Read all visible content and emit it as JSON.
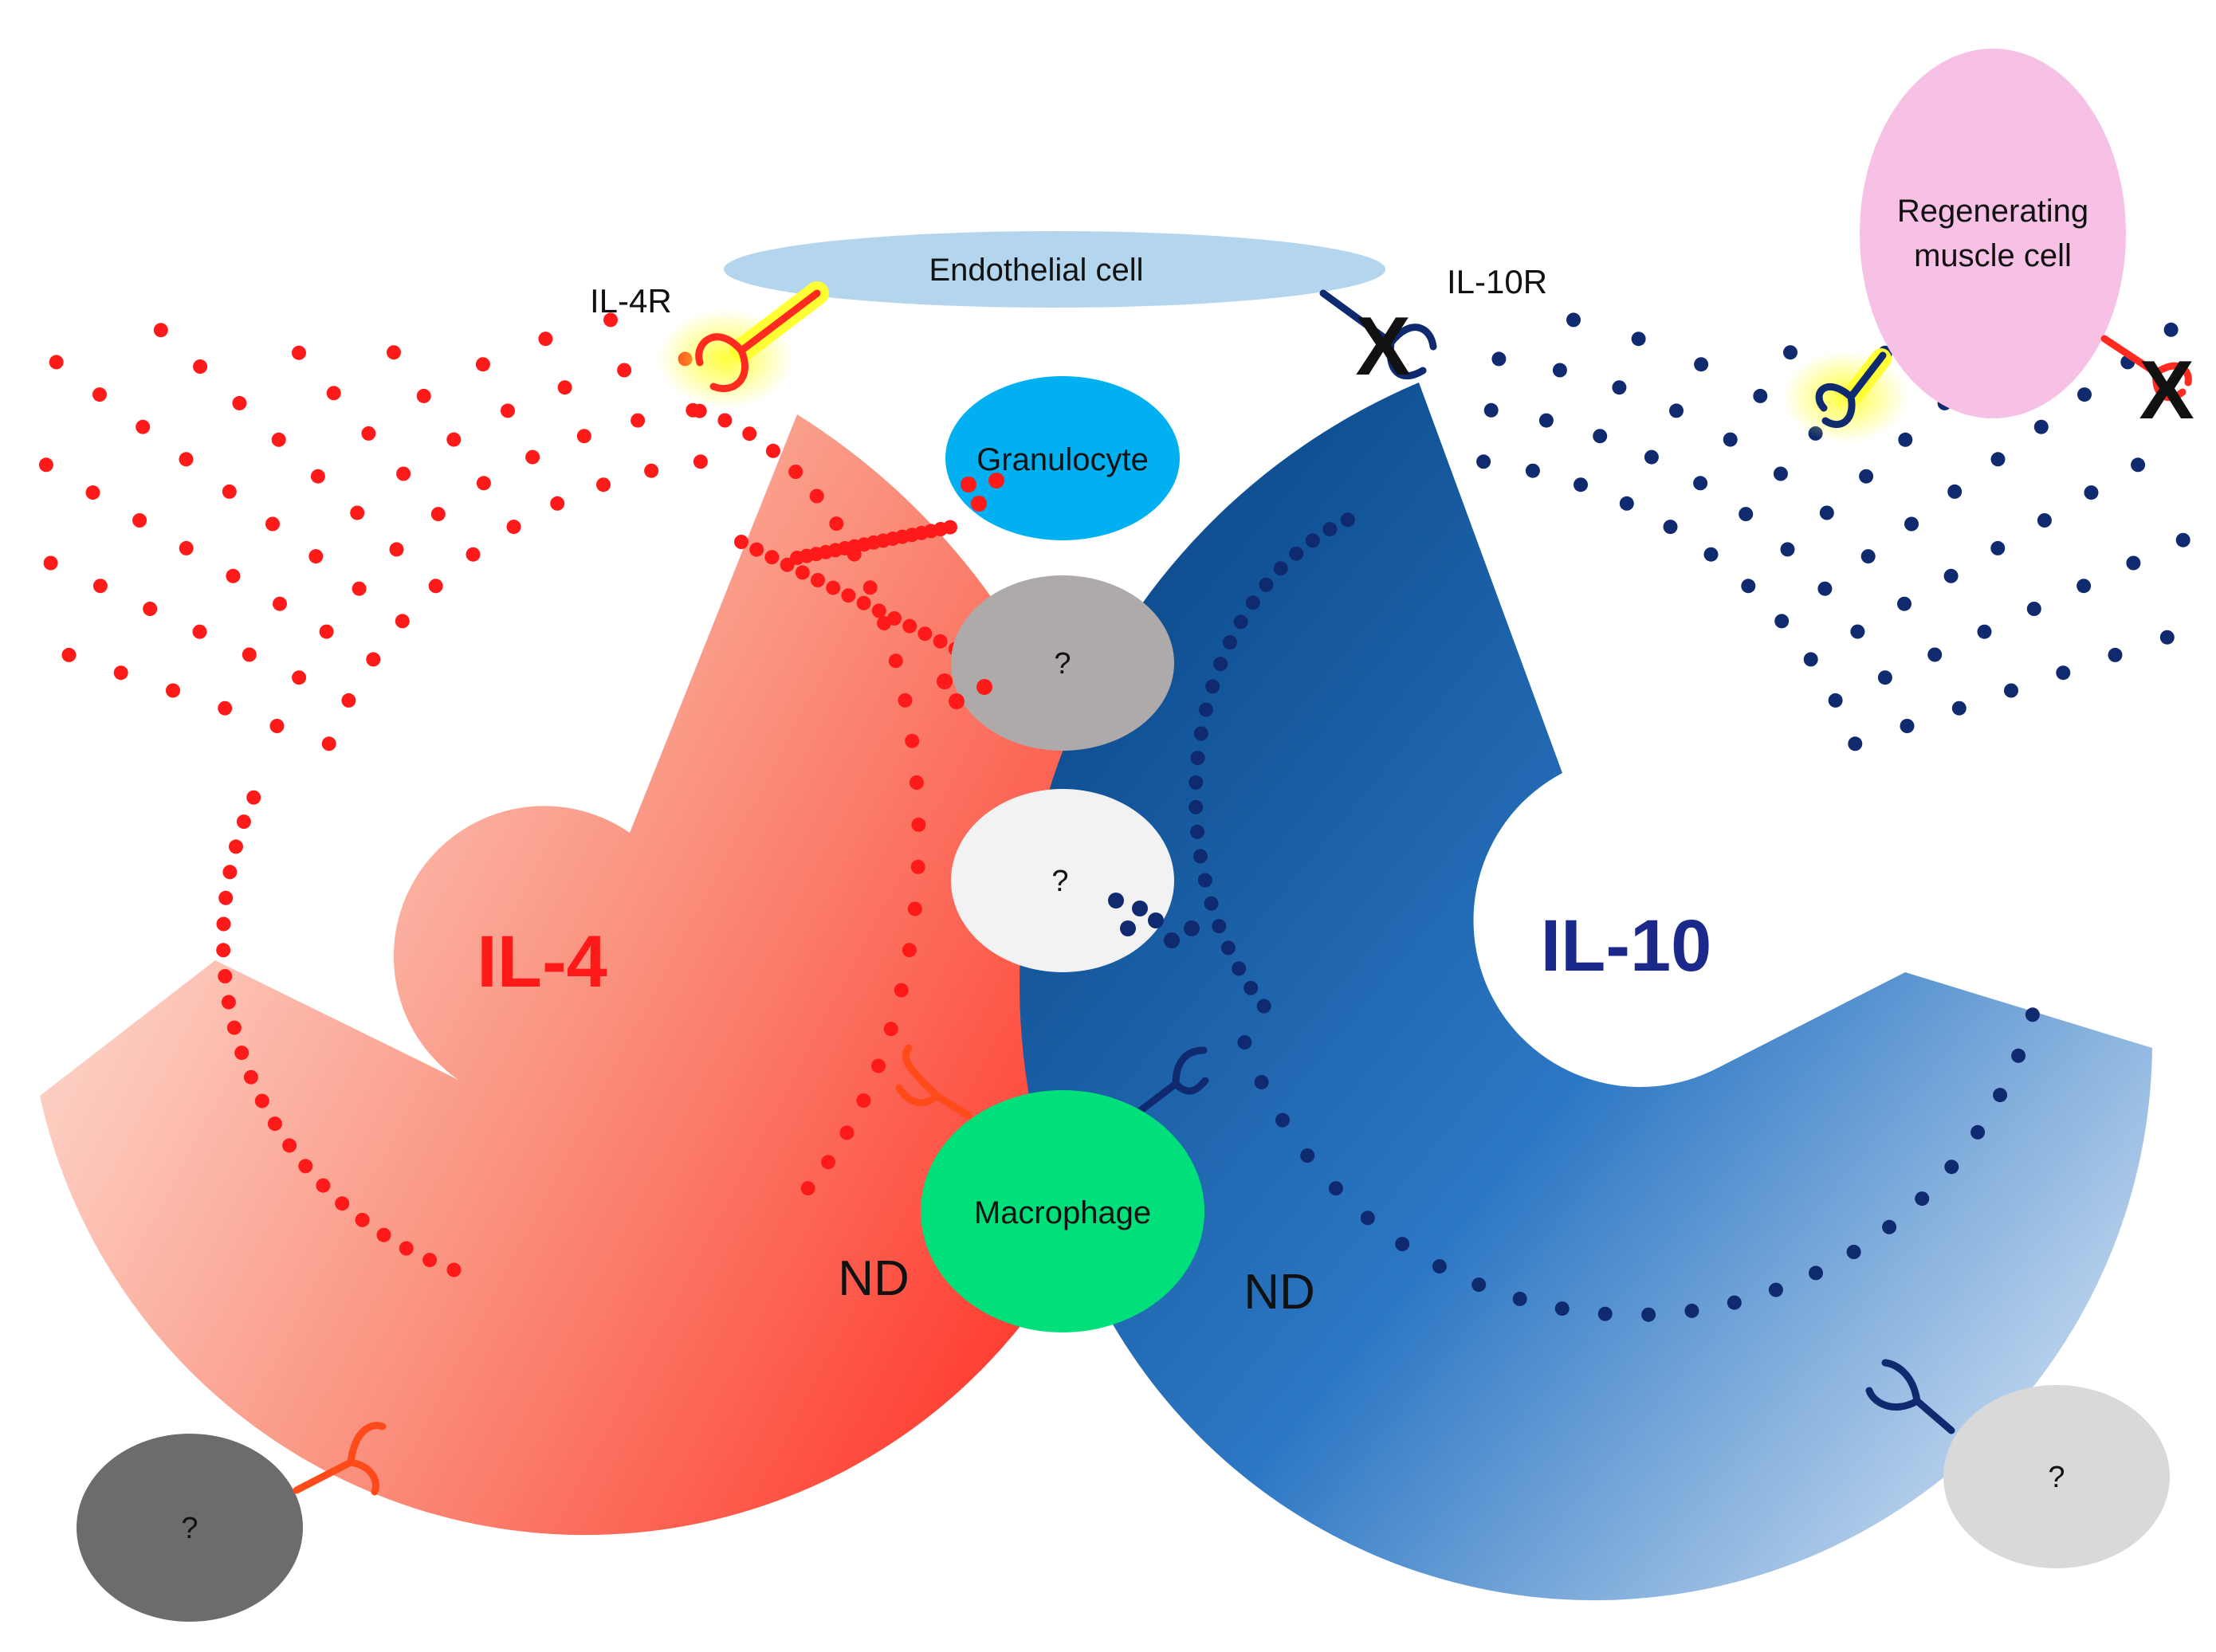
{
  "labels": {
    "endothelial": "Endothelial cell",
    "granulocyte": "Granulocyte",
    "macrophage": "Macrophage",
    "regenerating_line1": "Regenerating",
    "regenerating_line2": "muscle cell",
    "unknown_top": "?",
    "unknown_middle": "?",
    "unknown_bottom_left": "?",
    "unknown_bottom_right": "?",
    "il4r": "IL-4R",
    "il10r": "IL-10R",
    "il4": "IL-4",
    "il10": "IL-10",
    "nd_left": "ND",
    "nd_right": "ND",
    "x_left": "X",
    "x_right": "X"
  },
  "colors": {
    "il4": "#ff1a1a",
    "il10": "#0f2a6e",
    "endothelial": "#b4d5ee",
    "granulocyte": "#00b0f0",
    "macrophage": "#00e07a",
    "regenerating": "#f7c1e6",
    "unknown_dark": "#6e6b6b",
    "unknown_mid": "#afaaaa",
    "unknown_light": "#f2f2f2",
    "unknown_pale": "#d9d9d9",
    "highlight": "#ffff33"
  }
}
